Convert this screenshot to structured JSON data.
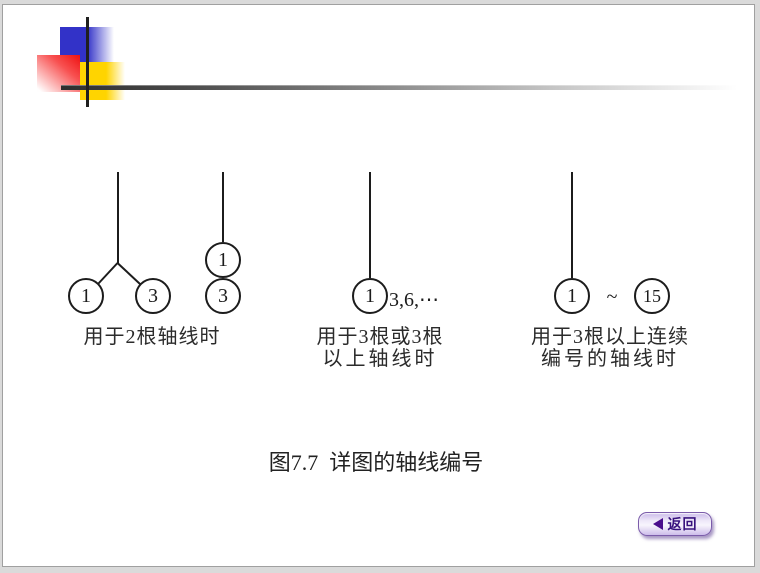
{
  "colors": {
    "deco_blue": "#3232c8",
    "deco_red": "#ee1010",
    "deco_yellow": "#ffd400",
    "line_black": "#1c1c1c",
    "button_accent": "#4a0d8c"
  },
  "diagram_two_axes": {
    "branch_left_number": "1",
    "branch_right_number": "3",
    "stack_top_number": "1",
    "stack_bottom_number": "3",
    "caption": "用于2根轴线时"
  },
  "diagram_three_plus": {
    "number": "1",
    "more_numbers": "3,6,⋯",
    "caption_line1": "用于3根或3根",
    "caption_line2": "以上轴线时"
  },
  "diagram_consecutive": {
    "start_number": "1",
    "range_symbol": "~",
    "end_number": "15",
    "caption_line1": "用于3根以上连续",
    "caption_line2": "编号的轴线时"
  },
  "figure_caption": "图7.7  详图的轴线编号",
  "return_button": {
    "label": "返回"
  }
}
